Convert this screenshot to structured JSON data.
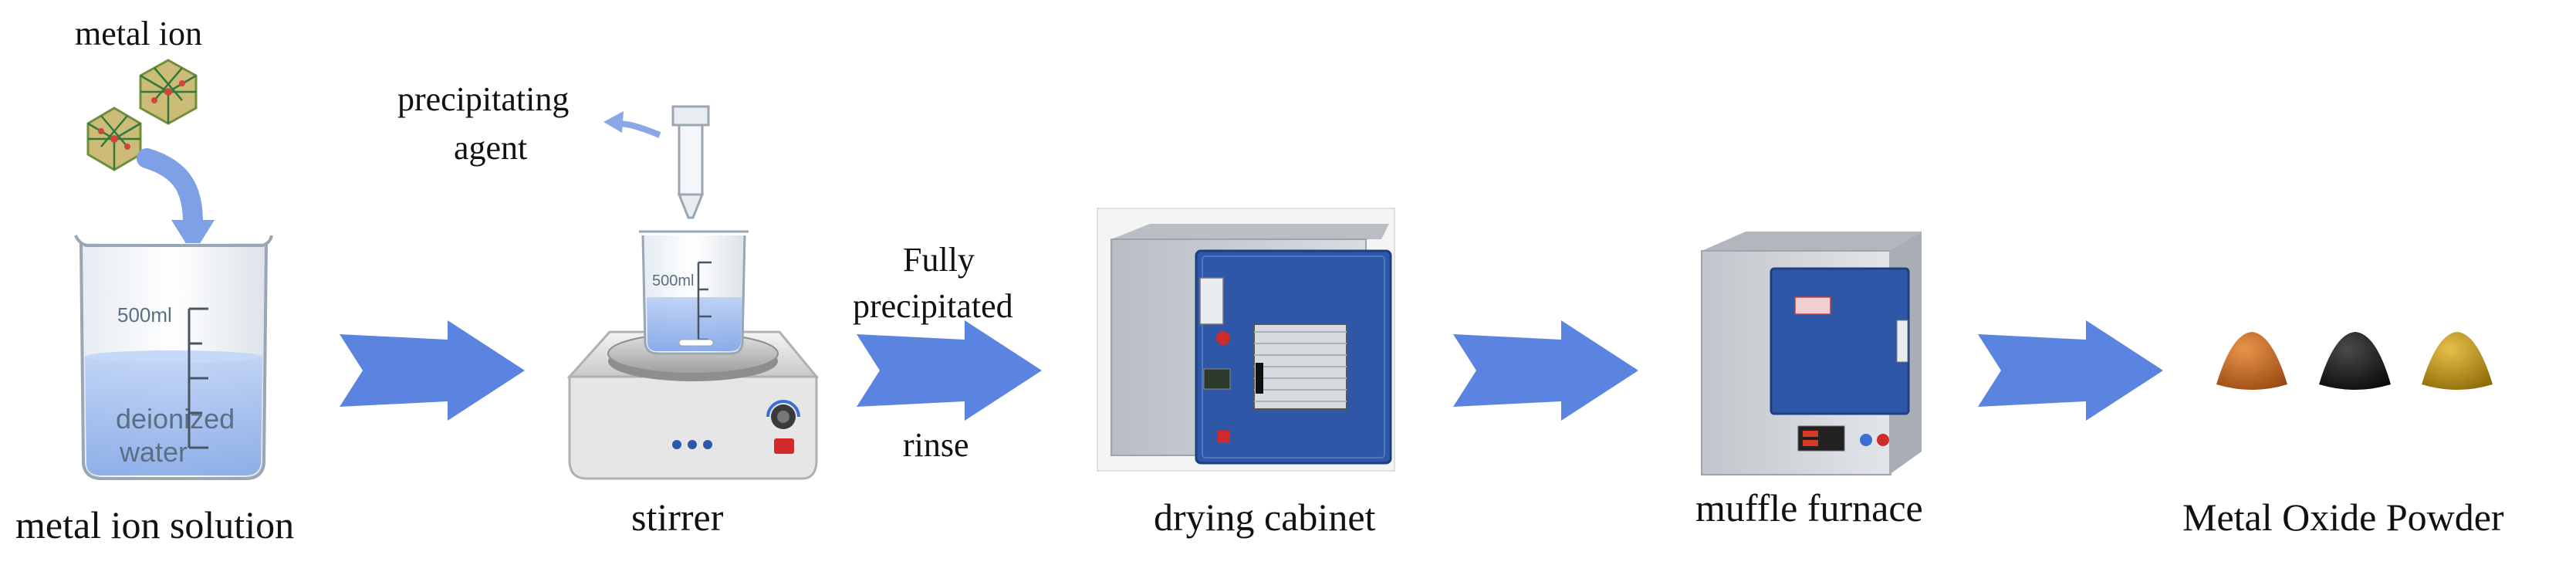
{
  "labels": {
    "metal_ion": "metal ion",
    "precipitating_agent_line1": "precipitating",
    "precipitating_agent_line2": "agent",
    "fully_precipitated_line1": "Fully",
    "fully_precipitated_line2": "precipitated",
    "rinse": "rinse"
  },
  "steps": [
    {
      "caption": "metal ion solution"
    },
    {
      "caption": "stirrer"
    },
    {
      "caption": "drying cabinet"
    },
    {
      "caption": "muffle furnace"
    },
    {
      "caption": "Metal Oxide Powder"
    }
  ],
  "beaker": {
    "volume_label": "500ml",
    "contents_line1": "deionized",
    "contents_line2": "water"
  },
  "stirrer_beaker": {
    "volume_label": "500ml"
  },
  "colors": {
    "arrow": "#5a84e0",
    "water": "#9dbcf0",
    "cabinet_door": "#2f57a8",
    "cabinet_body": "#cfd3d9",
    "powder_1": "#c8651c",
    "powder_2": "#1b1b1b",
    "powder_3": "#c99a12"
  },
  "icons": [
    "crystal-icon",
    "beaker-icon",
    "burette-icon",
    "stirrer-icon",
    "drying-cabinet-icon",
    "muffle-furnace-icon",
    "powder-pile-icon"
  ]
}
